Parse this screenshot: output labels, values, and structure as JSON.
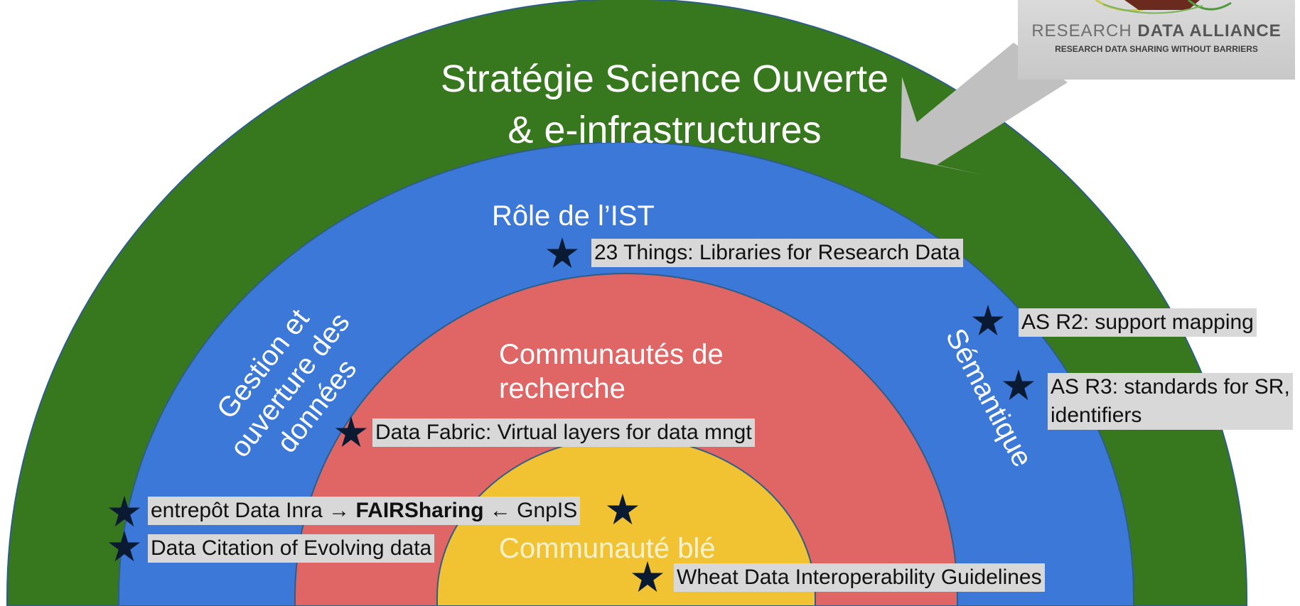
{
  "colors": {
    "outer_ring": "#37781f",
    "second_ring": "#3b78d8",
    "third_ring": "#e06666",
    "core": "#f1c232",
    "label_text": "#ffffff",
    "note_background": "#d8d8d8",
    "arrow": "#c0c0c0",
    "star": "#0b1a33"
  },
  "rings": {
    "outer": {
      "title_line1": "Stratégie Science Ouverte",
      "title_line2": "& e-infrastructures"
    },
    "second": {
      "title": "Rôle de l’IST",
      "left_line1": "Gestion et",
      "left_line2": "ouverture des",
      "left_line3": "données",
      "right": "Sémantique"
    },
    "third": {
      "line1": "Communautés de",
      "line2": "recherche"
    },
    "core": {
      "title": "Communauté blé"
    }
  },
  "notes": {
    "things23": "23 Things: Libraries for Research Data",
    "as_r2": "AS R2: support mapping",
    "as_r3_line1": "AS R3: standards for SR,",
    "as_r3_line2": "identifiers",
    "data_fabric": "Data Fabric: Virtual layers for data mngt",
    "entrepot_before": "entrepôt Data Inra → ",
    "entrepot_bold": "FAIRSharing",
    "entrepot_after": " ← GnpIS",
    "citation": "Data Citation of Evolving data",
    "wheat": "Wheat Data Interoperability Guidelines"
  },
  "logo": {
    "name_light": "RESEARCH",
    "name_bold": "DATA ALLIANCE",
    "tagline": "RESEARCH DATA SHARING WITHOUT BARRIERS"
  },
  "icons": {
    "marker": "star-icon",
    "pointer": "arrow-icon"
  }
}
